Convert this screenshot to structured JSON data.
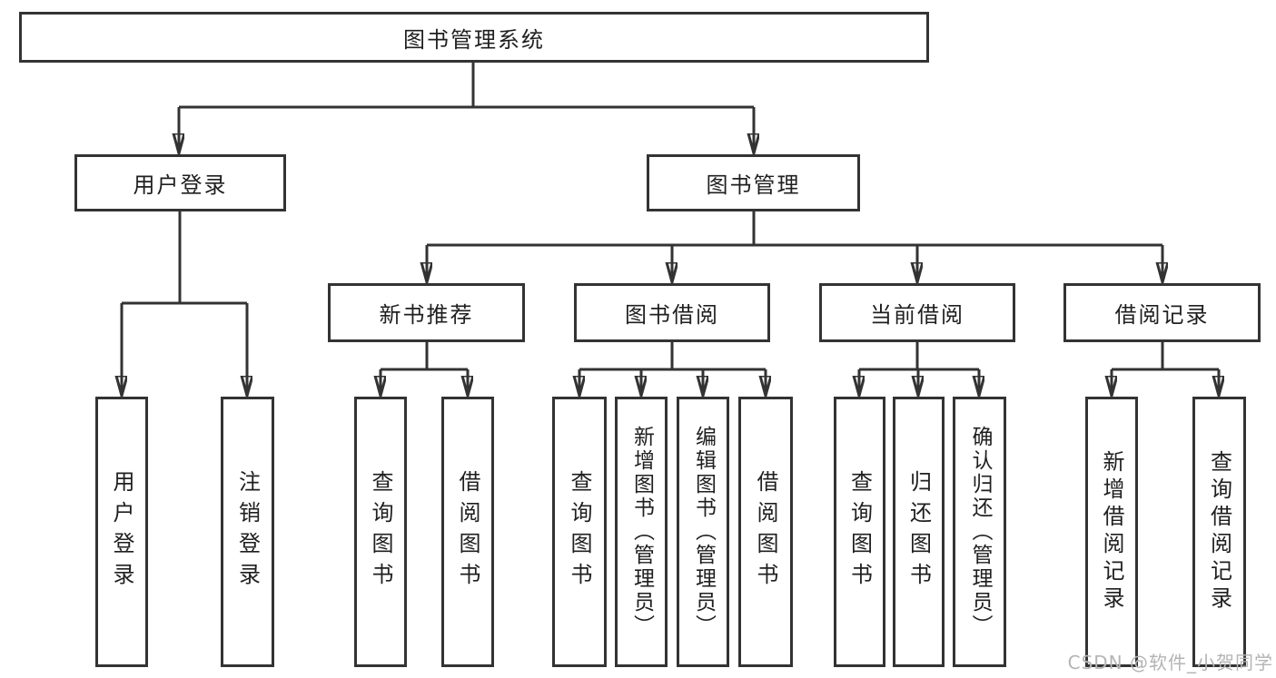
{
  "tree": {
    "root": "图书管理系统",
    "branches": [
      {
        "label": "用户登录",
        "children": [
          "用户登录",
          "注销登录"
        ]
      },
      {
        "label": "图书管理",
        "groups": [
          {
            "label": "新书推荐",
            "children": [
              "查询图书",
              "借阅图书"
            ]
          },
          {
            "label": "图书借阅",
            "children": [
              "查询图书",
              "新增图书（管理员）",
              "编辑图书（管理员）",
              "借阅图书"
            ]
          },
          {
            "label": "当前借阅",
            "children": [
              "查询图书",
              "归还图书",
              "确认归还（管理员）"
            ]
          },
          {
            "label": "借阅记录",
            "children": [
              "新增借阅记录",
              "查询借阅记录"
            ]
          }
        ]
      }
    ]
  },
  "watermark": "CSDN @软件_小贺同学",
  "colors": {
    "line": "#333333",
    "text": "#1f1f1f",
    "watermark": "#b4b4b4",
    "background": "#ffffff"
  }
}
